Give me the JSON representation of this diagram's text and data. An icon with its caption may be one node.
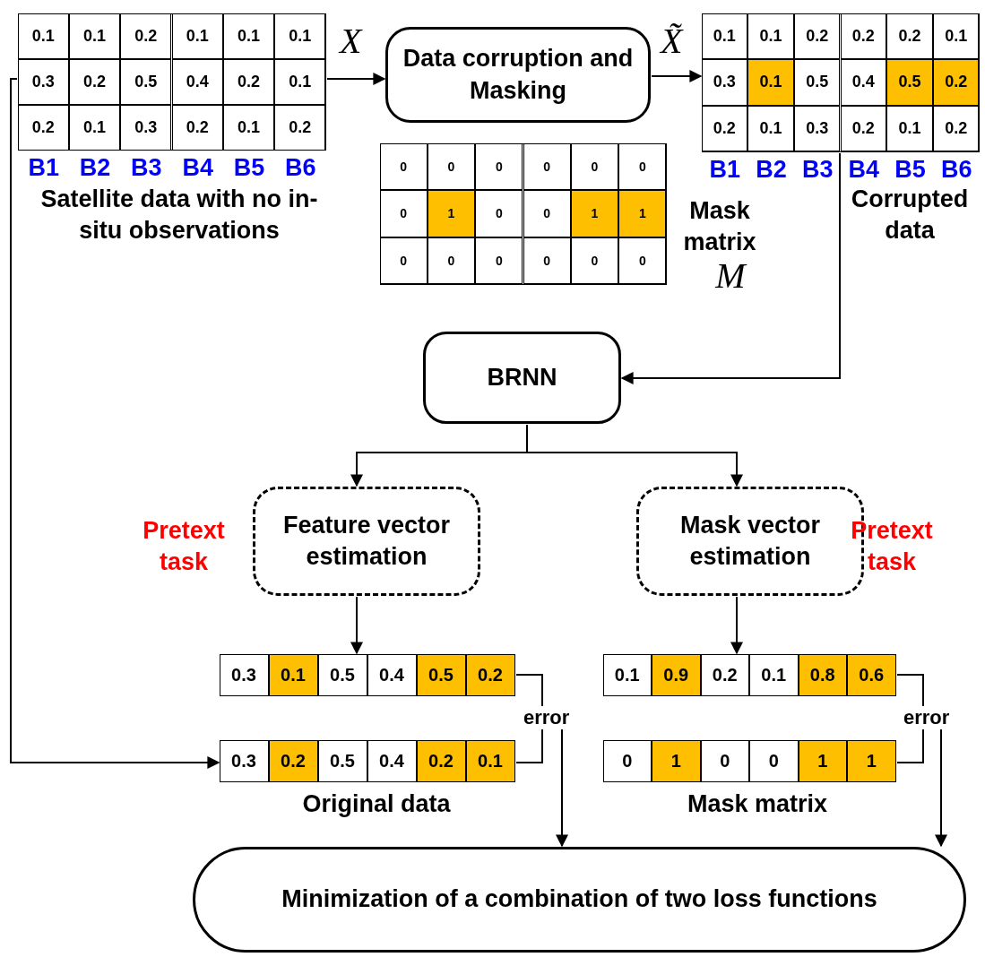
{
  "diagram": {
    "nodes": [
      {
        "text": [
          "0.1",
          "0.1",
          "0.2",
          "0.1",
          "0.1",
          "0.1",
          "0.3",
          "0.2",
          "0.5",
          "0.4",
          "0.2",
          "0.1",
          "0.2",
          "0.1",
          "0.3",
          "0.2",
          "0.1",
          "0.2"
        ],
        "beside": [
          "Satellite data with no in-situ observations"
        ]
      },
      {
        "text": [
          "Data corruption and Masking"
        ]
      },
      {
        "text": [
          "0",
          "0",
          "0",
          "0",
          "0",
          "0",
          "0",
          "1",
          "0",
          "0",
          "1",
          "1",
          "0",
          "0",
          "0",
          "0",
          "0",
          "0"
        ],
        "beside": [
          "Mask matrix",
          "M"
        ]
      },
      {
        "text": [
          "0.1",
          "0.1",
          "0.2",
          "0.2",
          "0.2",
          "0.1",
          "0.3",
          "0.1",
          "0.5",
          "0.4",
          "0.5",
          "0.2",
          "0.2",
          "0.1",
          "0.3",
          "0.2",
          "0.1",
          "0.2"
        ],
        "beside": [
          "Corrupted data"
        ]
      },
      {
        "text": [
          "BRNN"
        ]
      },
      {
        "text": [
          "Feature vector estimation"
        ],
        "beside": [
          "Pretext task"
        ]
      },
      {
        "text": [
          "Mask vector estimation"
        ],
        "beside": [
          "Pretext task"
        ]
      },
      {
        "text": [
          "0.3",
          "0.1",
          "0.5",
          "0.4",
          "0.5",
          "0.2"
        ]
      },
      {
        "text": [
          "0.3",
          "0.2",
          "0.5",
          "0.4",
          "0.2",
          "0.1"
        ],
        "beside": [
          "Original data"
        ]
      },
      {
        "text": [
          "0.1",
          "0.9",
          "0.2",
          "0.1",
          "0.8",
          "0.6"
        ]
      },
      {
        "text": [
          "0",
          "1",
          "0",
          "0",
          "1",
          "1"
        ],
        "beside": [
          "Mask matrix"
        ]
      },
      {
        "text": [
          "Minimization of a combination of two loss functions"
        ]
      }
    ],
    "edges": [
      {
        "from": 0,
        "to": 1,
        "arrow": "to",
        "label": "X"
      },
      {
        "from": 1,
        "to": 3,
        "arrow": "to",
        "label": "X̃"
      },
      {
        "from": 3,
        "to": 4,
        "arrow": "to"
      },
      {
        "from": 4,
        "to": 5,
        "arrow": "to"
      },
      {
        "from": 4,
        "to": 6,
        "arrow": "to"
      },
      {
        "from": 5,
        "to": 7,
        "arrow": "to"
      },
      {
        "from": 6,
        "to": 9,
        "arrow": "to"
      },
      {
        "from": 0,
        "to": 8,
        "arrow": "to"
      },
      {
        "from": 7,
        "to": 8,
        "arrow": "none",
        "label": "error"
      },
      {
        "from": 9,
        "to": 10,
        "arrow": "none",
        "label": "error"
      },
      {
        "from": null,
        "to": 11,
        "arrow": "to"
      },
      {
        "from": null,
        "to": 11,
        "arrow": "to"
      }
    ],
    "labels": [
      "B1",
      "B2",
      "B3",
      "B4",
      "B5",
      "B6",
      "B1",
      "B2",
      "B3",
      "B4",
      "B5",
      "B6"
    ]
  }
}
